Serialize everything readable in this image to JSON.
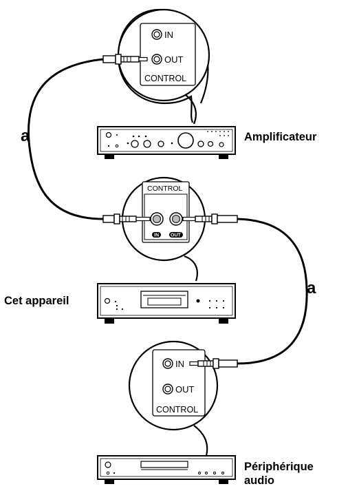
{
  "devices": {
    "amplifier": {
      "label": "Amplificateur"
    },
    "this_unit": {
      "label": "Cet appareil"
    },
    "audio_device": {
      "label_line1": "Périphérique",
      "label_line2": "audio"
    }
  },
  "bubbles": {
    "top": {
      "in": "IN",
      "out": "OUT",
      "title": "CONTROL"
    },
    "middle": {
      "title": "CONTROL",
      "in": "IN",
      "out": "OUT"
    },
    "bottom": {
      "in": "IN",
      "out": "OUT",
      "title": "CONTROL"
    }
  },
  "cables": {
    "left": "a",
    "right": "a"
  }
}
